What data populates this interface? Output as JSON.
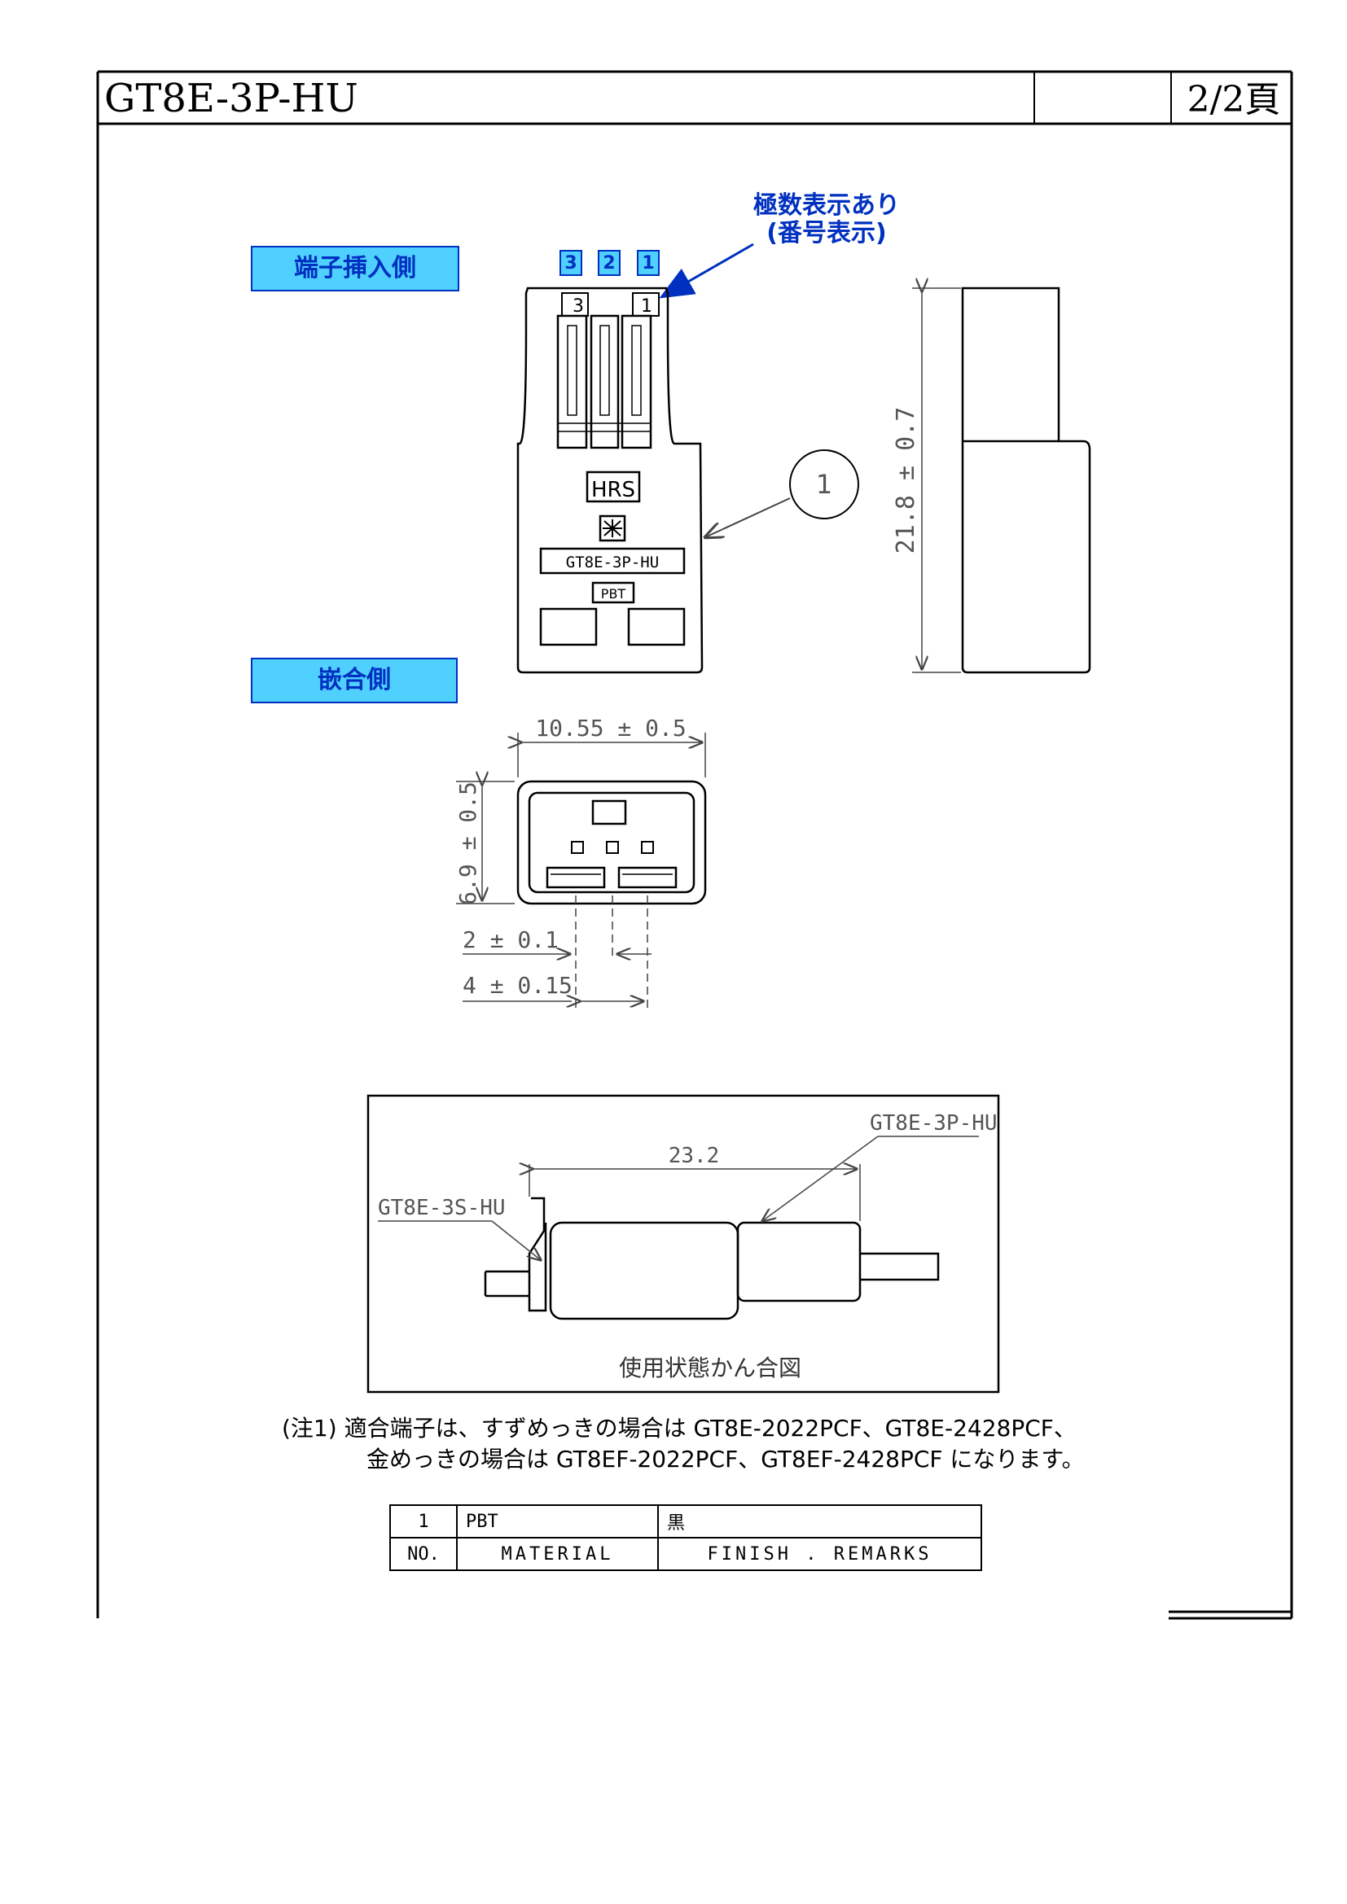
{
  "header": {
    "title": "GT8E-3P-HU",
    "middle_cell": "",
    "page": "2/2頁"
  },
  "labels": {
    "terminal_insertion_side": "端子挿入側",
    "mating_side": "嵌合側",
    "polarity_note_line1": "極数表示あり",
    "polarity_note_line2": "(番号表示)",
    "pin_numbers": [
      "3",
      "2",
      "1"
    ],
    "housing_pin_3": "3",
    "housing_pin_1": "1",
    "part_callout": "1",
    "logo": "HRS",
    "housing_part_number": "GT8E-3P-HU",
    "housing_material": "PBT"
  },
  "dimensions": {
    "height": "21.8 ± 0.7",
    "width": "10.55 ± 0.5",
    "depth": "6.9 ± 0.5",
    "pitch": "2 ± 0.1",
    "span": "4 ± 0.15"
  },
  "assembly": {
    "plug_label": "GT8E-3P-HU",
    "socket_label": "GT8E-3S-HU",
    "length": "23.2",
    "caption": "使用状態かん合図"
  },
  "note": {
    "line1": "(注1) 適合端子は、すずめっきの場合は GT8E-2022PCF、GT8E-2428PCF、",
    "line2": "金めっきの場合は GT8EF-2022PCF、GT8EF-2428PCF になります。"
  },
  "material_table": {
    "row": [
      "1",
      "PBT",
      "黒"
    ],
    "header": [
      "NO.",
      "MATERIAL",
      "FINISH . REMARKS"
    ]
  }
}
